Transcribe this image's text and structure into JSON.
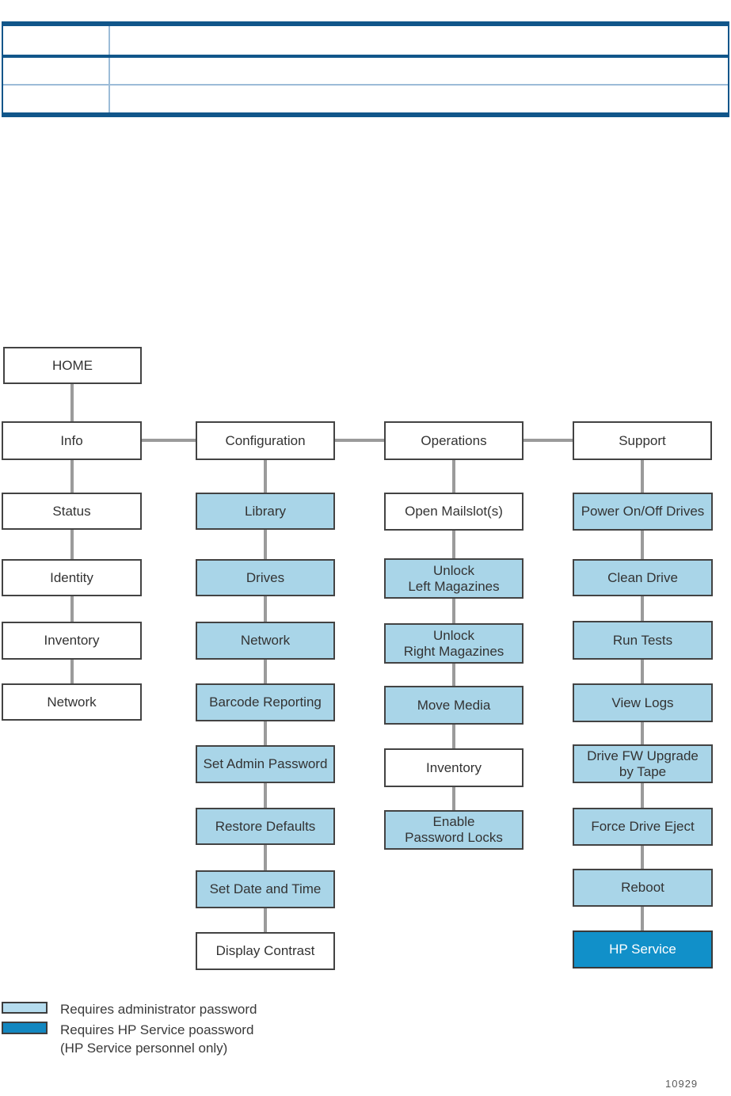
{
  "table": {
    "rows": [
      {
        "key": "",
        "value": ""
      },
      {
        "key": "",
        "value": ""
      },
      {
        "key": "",
        "value": ""
      }
    ]
  },
  "diagram": {
    "home": {
      "lines": [
        "HOME"
      ]
    },
    "columns": [
      {
        "header": {
          "lines": [
            "Info"
          ]
        },
        "items": [
          {
            "lines": [
              "Status"
            ],
            "access": "none"
          },
          {
            "lines": [
              "Identity"
            ],
            "access": "none"
          },
          {
            "lines": [
              "Inventory"
            ],
            "access": "none"
          },
          {
            "lines": [
              "Network"
            ],
            "access": "none"
          }
        ]
      },
      {
        "header": {
          "lines": [
            "Configuration"
          ]
        },
        "items": [
          {
            "lines": [
              "Library"
            ],
            "access": "administrator"
          },
          {
            "lines": [
              "Drives"
            ],
            "access": "administrator"
          },
          {
            "lines": [
              "Network"
            ],
            "access": "administrator"
          },
          {
            "lines": [
              "Barcode Reporting"
            ],
            "access": "administrator"
          },
          {
            "lines": [
              "Set Admin Password"
            ],
            "access": "administrator"
          },
          {
            "lines": [
              "Restore Defaults"
            ],
            "access": "administrator"
          },
          {
            "lines": [
              "Set Date and Time"
            ],
            "access": "administrator"
          },
          {
            "lines": [
              "Display Contrast"
            ],
            "access": "none"
          }
        ]
      },
      {
        "header": {
          "lines": [
            "Operations"
          ]
        },
        "items": [
          {
            "lines": [
              "Open Mailslot(s)"
            ],
            "access": "none"
          },
          {
            "lines": [
              "Unlock",
              "Left Magazines"
            ],
            "access": "administrator"
          },
          {
            "lines": [
              "Unlock",
              "Right Magazines"
            ],
            "access": "administrator"
          },
          {
            "lines": [
              "Move Media"
            ],
            "access": "administrator"
          },
          {
            "lines": [
              "Inventory"
            ],
            "access": "none"
          },
          {
            "lines": [
              "Enable",
              "Password Locks"
            ],
            "access": "administrator"
          }
        ]
      },
      {
        "header": {
          "lines": [
            "Support"
          ]
        },
        "items": [
          {
            "lines": [
              "Power On/Off Drives"
            ],
            "access": "administrator"
          },
          {
            "lines": [
              "Clean Drive"
            ],
            "access": "administrator"
          },
          {
            "lines": [
              "Run Tests"
            ],
            "access": "administrator"
          },
          {
            "lines": [
              "View Logs"
            ],
            "access": "administrator"
          },
          {
            "lines": [
              "Drive FW Upgrade",
              "by Tape"
            ],
            "access": "administrator"
          },
          {
            "lines": [
              "Force Drive Eject"
            ],
            "access": "administrator"
          },
          {
            "lines": [
              "Reboot"
            ],
            "access": "administrator"
          },
          {
            "lines": [
              "HP Service"
            ],
            "access": "hp-service"
          }
        ]
      }
    ]
  },
  "legend": {
    "items": [
      {
        "label": "Requires administrator password"
      },
      {
        "label": "Requires HP Service poassword",
        "sublabel": "(HP Service personnel only)"
      }
    ]
  },
  "figure_number": "10929",
  "colors": {
    "admin_blue": "#a9d5e8",
    "legend_admin_blue": "#b5dcee",
    "service_blue": "#1190c9",
    "table_blue_dark": "#11568a",
    "table_blue_light": "#9cbcd8",
    "connector_gray": "#9b9b9b",
    "node_border": "#434343"
  }
}
